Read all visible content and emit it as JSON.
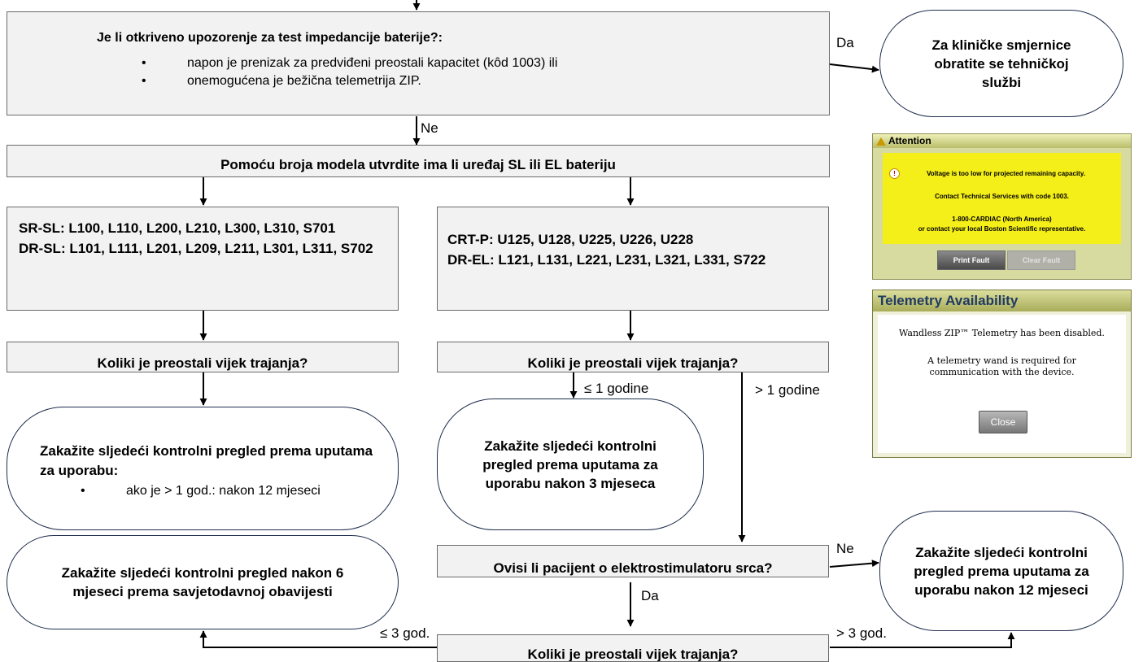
{
  "q1": {
    "title": "Je li otkriveno upozorenje za test impedancije baterije?:",
    "bullets": [
      "napon je prenizak za predviđeni preostali kapacitet (kôd 1003) ili",
      "onemogućena je bežična telemetrija ZIP."
    ]
  },
  "edges": {
    "da1": "Da",
    "ne1": "Ne",
    "le1": "≤ 1 godine",
    "gt1": "> 1 godine",
    "ne2": "Ne",
    "da2": "Da",
    "le3": "≤ 3 god.",
    "gt3": "> 3 god."
  },
  "tech_service": "Za kliničke smjernice obratite se tehničkoj službi",
  "model_box": "Pomoću broja modela utvrdite ima li uređaj SL ili EL bateriju",
  "sl_list": "SR-SL: L100, L110, L200, L210, L300, L310, S701\nDR-SL: L101, L111, L201, L209, L211, L301, L311, S702",
  "el_list": "CRT-P: U125, U128, U225, U226, U228\nDR-EL: L121, L131, L221, L231, L321, L331, S722",
  "lifetime_q": "Koliki je preostali vijek trajanja?",
  "sl_result": {
    "title": "Zakažite sljedeći kontrolni pregled prema uputama za uporabu:",
    "bullet": "ako je > 1 god.: nakon 12 mjeseci"
  },
  "el_short_result": "Zakažite sljedeći kontrolni pregled prema uputama za uporabu nakon 3 mjeseca",
  "pacer_q": "Ovisi li pacijent o elektrostimulatoru srca?",
  "result_12m": "Zakažite sljedeći kontrolni pregled prema uputama za uporabu nakon 12 mjeseci",
  "result_6m": "Zakažite sljedeći kontrolni pregled nakon 6 mjeseci prema savjetodavnoj obavijesti",
  "attention": {
    "title": "Attention",
    "line1": "Voltage is too low for projected remaining capacity.",
    "line2": "Contact Technical Services with code 1003.",
    "line3": "1-800-CARDIAC (North America)",
    "line4": "or contact your local Boston Scientific representative.",
    "print_btn": "Print Fault",
    "clear_btn": "Clear Fault"
  },
  "telemetry": {
    "title": "Telemetry Availability",
    "line1": "Wandless ZIP™ Telemetry has been disabled.",
    "line2": "A telemetry wand is required for communication with the device.",
    "close_btn": "Close"
  }
}
